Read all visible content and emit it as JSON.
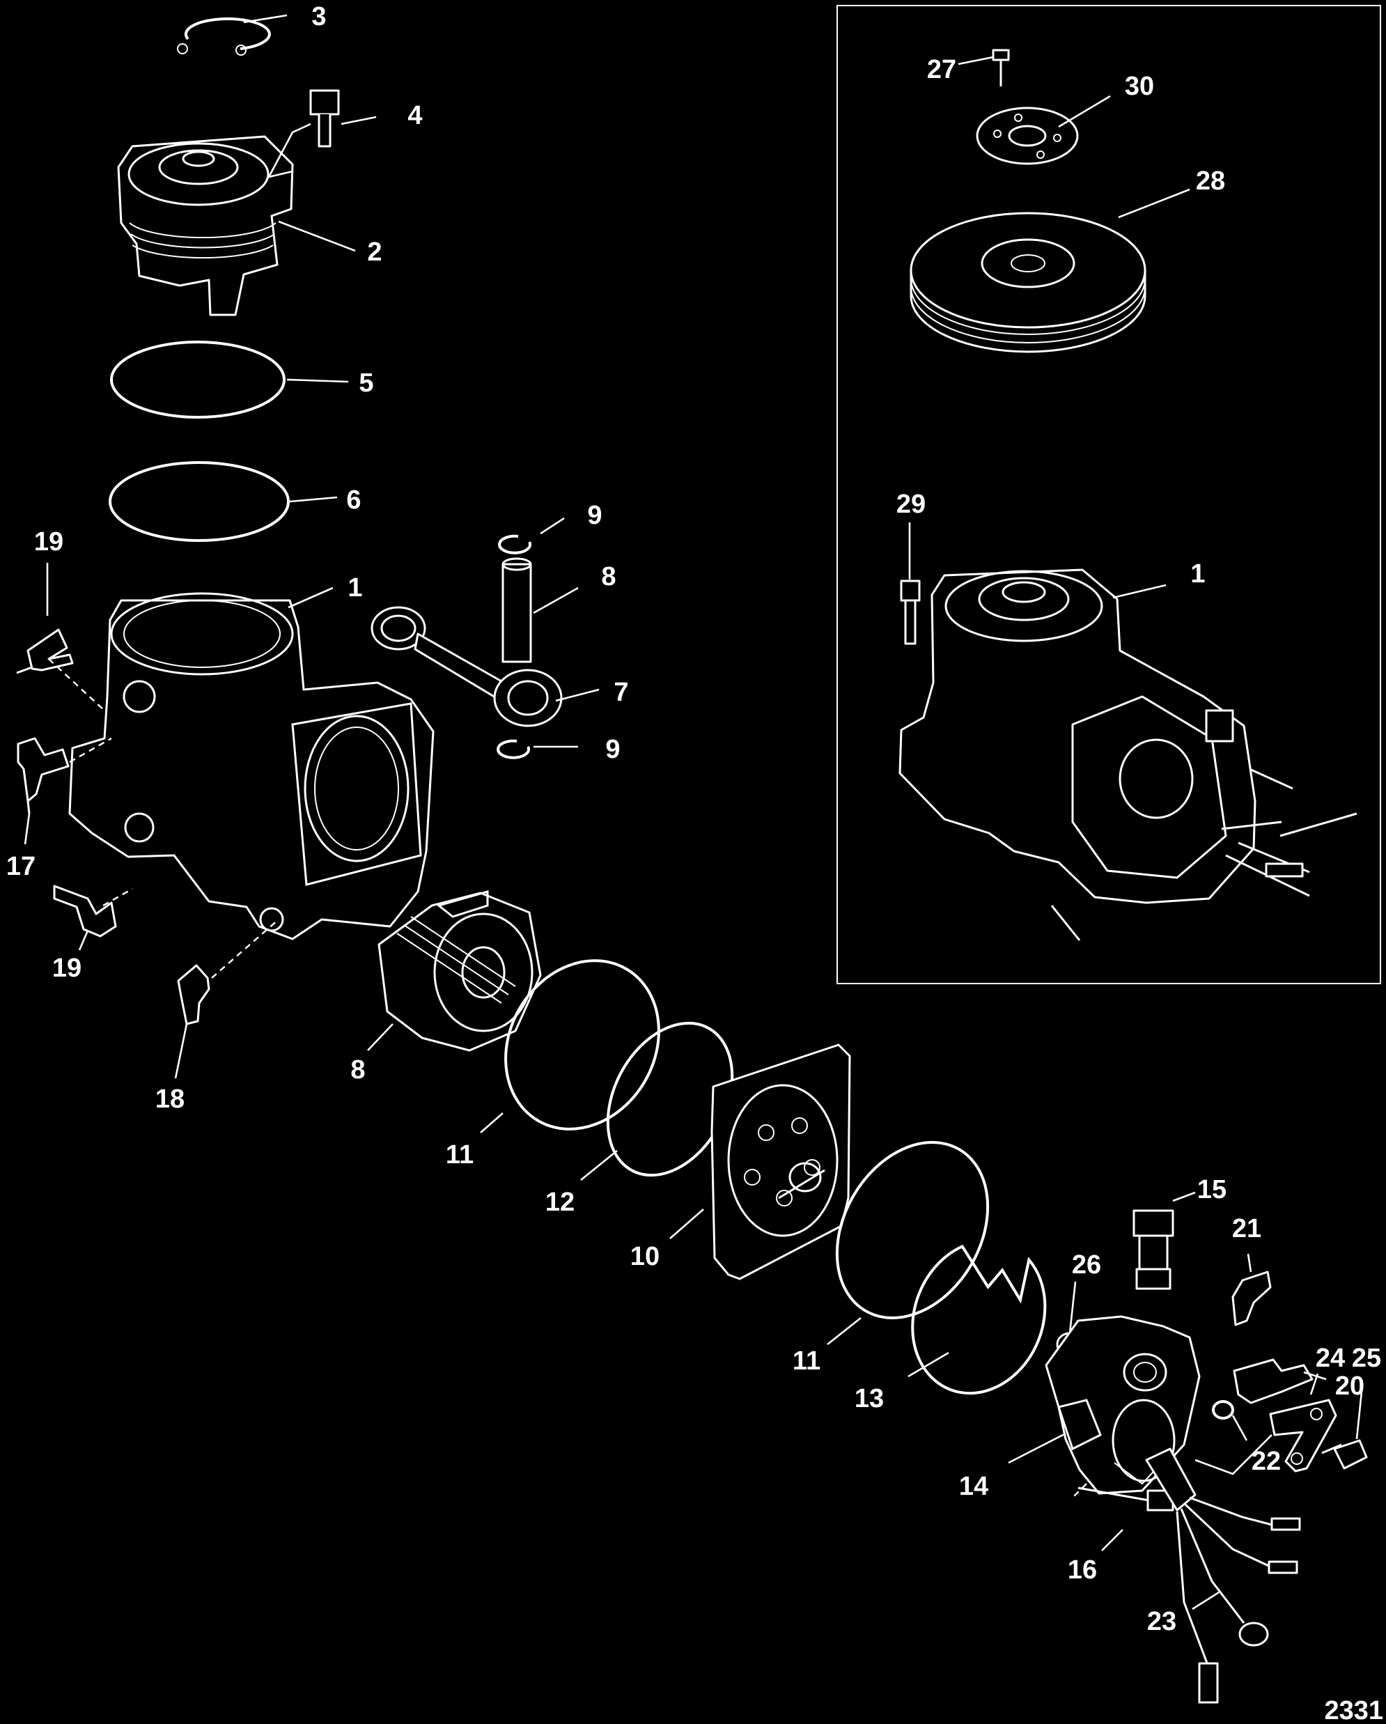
{
  "callouts": [
    {
      "id": "c3",
      "text": "3"
    },
    {
      "id": "c4",
      "text": "4"
    },
    {
      "id": "c2",
      "text": "2"
    },
    {
      "id": "c5",
      "text": "5"
    },
    {
      "id": "c6",
      "text": "6"
    },
    {
      "id": "c19a",
      "text": "19"
    },
    {
      "id": "c1",
      "text": "1"
    },
    {
      "id": "c9a",
      "text": "9"
    },
    {
      "id": "c8a",
      "text": "8"
    },
    {
      "id": "c7",
      "text": "7"
    },
    {
      "id": "c9b",
      "text": "9"
    },
    {
      "id": "c17",
      "text": "17"
    },
    {
      "id": "c19b",
      "text": "19"
    },
    {
      "id": "c18",
      "text": "18"
    },
    {
      "id": "c8b",
      "text": "8"
    },
    {
      "id": "c11a",
      "text": "11"
    },
    {
      "id": "c12",
      "text": "12"
    },
    {
      "id": "c10",
      "text": "10"
    },
    {
      "id": "c11b",
      "text": "11"
    },
    {
      "id": "c13",
      "text": "13"
    },
    {
      "id": "c15",
      "text": "15"
    },
    {
      "id": "c21",
      "text": "21"
    },
    {
      "id": "c26",
      "text": "26"
    },
    {
      "id": "c20",
      "text": "20"
    },
    {
      "id": "c22",
      "text": "22"
    },
    {
      "id": "c24",
      "text": "24"
    },
    {
      "id": "c25",
      "text": "25"
    },
    {
      "id": "c14",
      "text": "14"
    },
    {
      "id": "c16",
      "text": "16"
    },
    {
      "id": "c23",
      "text": "23"
    },
    {
      "id": "c27",
      "text": "27"
    },
    {
      "id": "c30",
      "text": "30"
    },
    {
      "id": "c28",
      "text": "28"
    },
    {
      "id": "c29",
      "text": "29"
    },
    {
      "id": "c1b",
      "text": "1"
    }
  ],
  "figure_number": "2331",
  "colors": {
    "background": "#000000",
    "line": "#ffffff"
  }
}
